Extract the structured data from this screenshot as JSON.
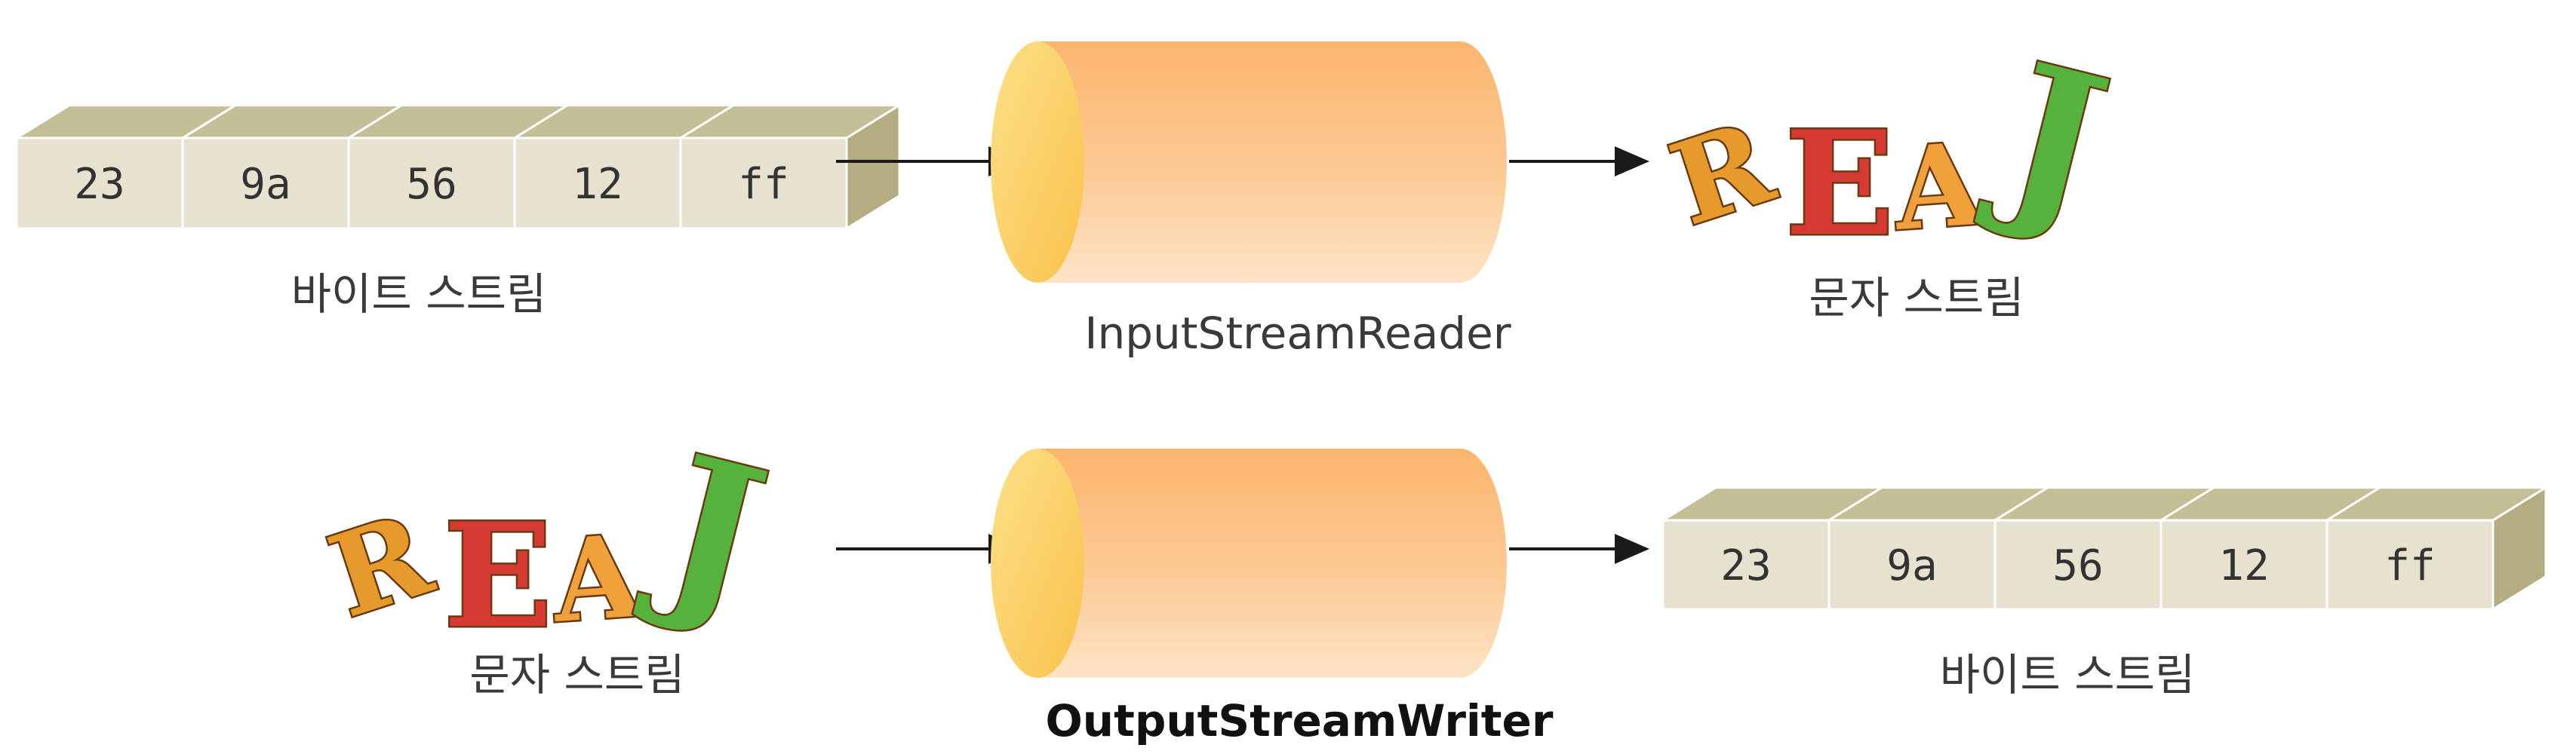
{
  "top_row": {
    "byte_values": [
      "23",
      "9a",
      "56",
      "12",
      "ff"
    ],
    "byte_stream_label": "바이트 스트림",
    "converter_label": "InputStreamReader",
    "char_letters": [
      "R",
      "E",
      "A",
      "J"
    ],
    "char_stream_label": "문자 스트림"
  },
  "bottom_row": {
    "char_letters": [
      "R",
      "E",
      "A",
      "J"
    ],
    "char_stream_label": "문자 스트림",
    "converter_label": "OutputStreamWriter",
    "byte_values": [
      "23",
      "9a",
      "56",
      "12",
      "ff"
    ],
    "byte_stream_label": "바이트 스트림"
  },
  "colors": {
    "box_face": "#e6e2cf",
    "box_top": "#c5bf97",
    "box_side": "#b4ad82",
    "cylinder_body": "#fbbf83",
    "cylinder_cap": "#fcd36a",
    "letter_r": "#e79a2c",
    "letter_e": "#d63a32",
    "letter_a": "#f0a13c",
    "letter_j": "#55b23c"
  }
}
